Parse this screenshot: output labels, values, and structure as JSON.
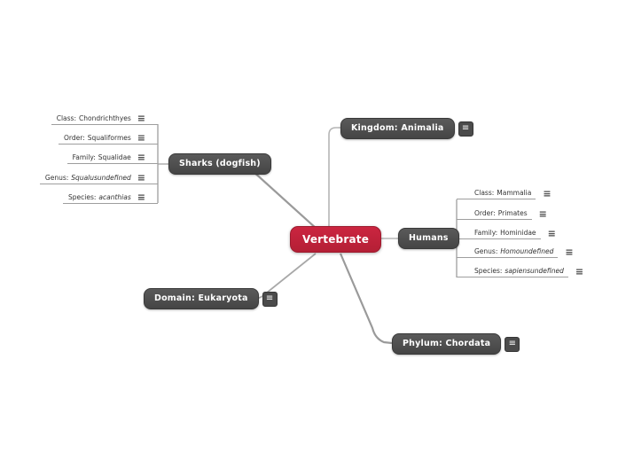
{
  "app": {
    "background": "#ffffff"
  },
  "colors": {
    "center_node": "#c22238",
    "branch_node": "#4a4a4a",
    "node_text": "#ffffff",
    "item_text": "#333333",
    "connector_line": "#b5b5b5",
    "subtree_line": "#9e9e9e"
  },
  "icons": {
    "menu": "≡"
  },
  "center": {
    "label": "Vertebrate"
  },
  "branches": {
    "kingdom": {
      "label": "Kingdom: Animalia"
    },
    "sharks": {
      "label": "Sharks (dogfish)",
      "children": [
        {
          "label": "Class:",
          "value": "Chondrichthyes"
        },
        {
          "label": "Order:",
          "value": "Squaliformes"
        },
        {
          "label": "Family:",
          "value": "Squalidae"
        },
        {
          "label": "Genus:",
          "value": "Squalusundefined"
        },
        {
          "label": "Species:",
          "value": "acanthias"
        }
      ]
    },
    "humans": {
      "label": "Humans",
      "children": [
        {
          "label": "Class:",
          "value": "Mammalia"
        },
        {
          "label": "Order:",
          "value": "Primates"
        },
        {
          "label": "Family:",
          "value": "Hominidae"
        },
        {
          "label": "Genus:",
          "value": "Homoundefined"
        },
        {
          "label": "Species:",
          "value": "sapiensundefined"
        }
      ]
    },
    "domain": {
      "label": "Domain: Eukaryota"
    },
    "phylum": {
      "label": "Phylum: Chordata"
    }
  }
}
